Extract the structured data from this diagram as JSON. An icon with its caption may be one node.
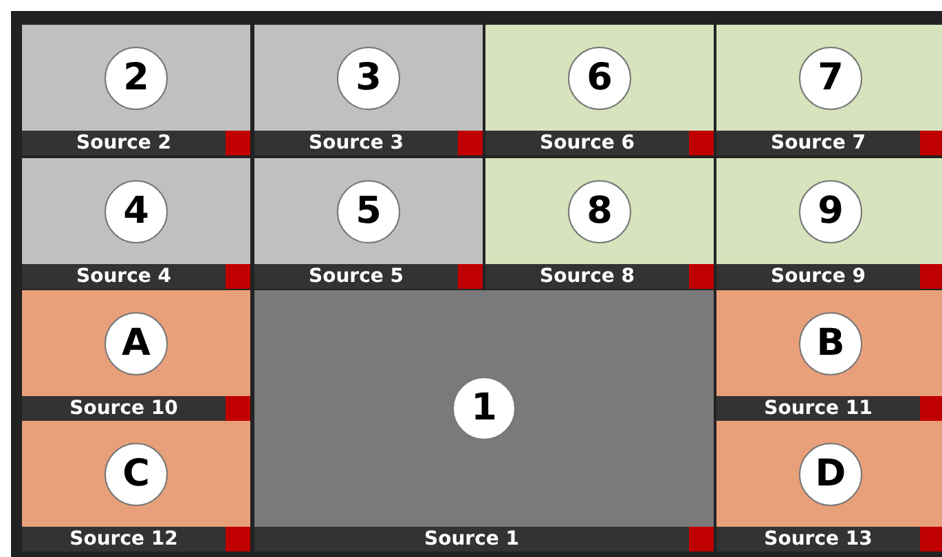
{
  "diagram": {
    "nodes": [
      {
        "text": [
          "2",
          "Source 2"
        ]
      },
      {
        "text": [
          "3",
          "Source 3"
        ]
      },
      {
        "text": [
          "6",
          "Source 6"
        ]
      },
      {
        "text": [
          "7",
          "Source 7"
        ]
      },
      {
        "text": [
          "4",
          "Source 4"
        ]
      },
      {
        "text": [
          "5",
          "Source 5"
        ]
      },
      {
        "text": [
          "8",
          "Source 8"
        ]
      },
      {
        "text": [
          "9",
          "Source 9"
        ]
      },
      {
        "text": [
          "A",
          "Source 10"
        ]
      },
      {
        "text": [
          "1",
          "Source 1"
        ]
      },
      {
        "text": [
          "B",
          "Source 11"
        ]
      },
      {
        "text": [
          "C",
          "Source 12"
        ]
      },
      {
        "text": [
          "D",
          "Source 13"
        ]
      }
    ]
  }
}
